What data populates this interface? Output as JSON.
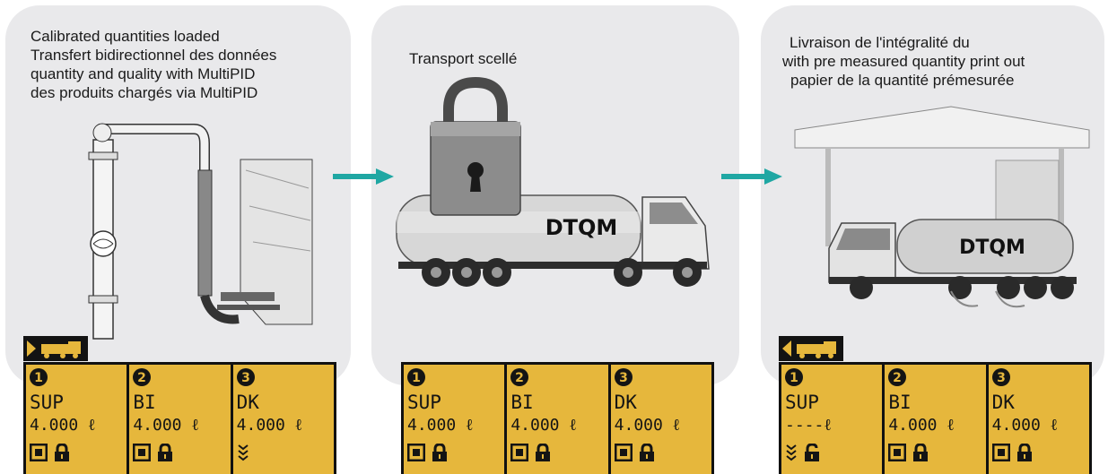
{
  "panels": [
    {
      "caption": [
        "Calibrated quantities loaded",
        "Transfert bidirectionnel des données",
        "quantity and quality with MultiPID",
        "des produits chargés via  MultiPID"
      ],
      "illustration": "loading-arm-and-truck",
      "direction": "loading",
      "compartments": [
        {
          "number": "1",
          "product": "SUP",
          "quantity": "4.000 ℓ",
          "status_icons": [
            "meter-icon",
            "lock-closed-icon"
          ]
        },
        {
          "number": "2",
          "product": "BI",
          "quantity": "4.000 ℓ",
          "status_icons": [
            "meter-icon",
            "lock-closed-icon"
          ]
        },
        {
          "number": "3",
          "product": "DK",
          "quantity": "4.000 ℓ",
          "status_icons": [
            "flow-icon"
          ]
        }
      ]
    },
    {
      "caption": [
        "Transport scellé"
      ],
      "illustration": "sealed-tanker-truck",
      "truck_label": "DTQM",
      "compartments": [
        {
          "number": "1",
          "product": "SUP",
          "quantity": "4.000 ℓ",
          "status_icons": [
            "meter-icon",
            "lock-closed-icon"
          ]
        },
        {
          "number": "2",
          "product": "BI",
          "quantity": "4.000 ℓ",
          "status_icons": [
            "meter-icon",
            "lock-closed-icon"
          ]
        },
        {
          "number": "3",
          "product": "DK",
          "quantity": "4.000 ℓ",
          "status_icons": [
            "meter-icon",
            "lock-closed-icon"
          ]
        }
      ]
    },
    {
      "caption": [
        "Livraison de l'intégralité du",
        "with pre measured quantity print out",
        "papier de la quantité prémesurée"
      ],
      "illustration": "gas-station-delivery",
      "truck_label": "DTQM",
      "direction": "unloading",
      "compartments": [
        {
          "number": "1",
          "product": "SUP",
          "quantity": "----ℓ",
          "status_icons": [
            "flow-icon",
            "lock-open-icon"
          ]
        },
        {
          "number": "2",
          "product": "BI",
          "quantity": "4.000 ℓ",
          "status_icons": [
            "meter-icon",
            "lock-closed-icon"
          ]
        },
        {
          "number": "3",
          "product": "DK",
          "quantity": "4.000 ℓ",
          "status_icons": [
            "meter-icon",
            "lock-closed-icon"
          ]
        }
      ]
    }
  ],
  "colors": {
    "panel": "#e9e9eb",
    "display": "#e6b73c",
    "arrow": "#1fa7a3",
    "text": "#1a1a1a"
  }
}
